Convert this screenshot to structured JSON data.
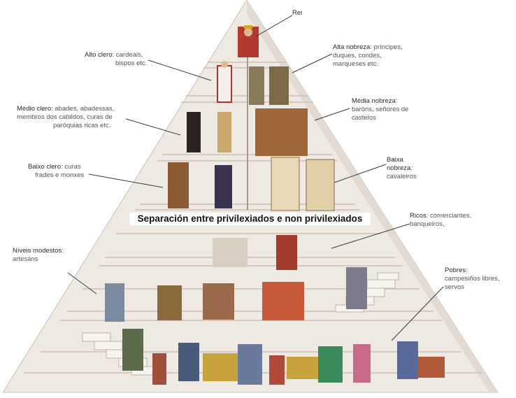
{
  "banner": "Separación entre privilexiados e non privilexiados",
  "labels": {
    "rei": {
      "title": "Rei",
      "desc": ""
    },
    "alto_clero": {
      "title": "Alto clero",
      "desc_l1": ": cardeais,",
      "desc_l2": "bispos etc."
    },
    "alta_nobreza": {
      "title": "Alta nobreza",
      "desc_l1": ": príncipes,",
      "desc_l2": "duques, condes,",
      "desc_l3": "marqueses etc."
    },
    "medio_clero": {
      "title": "Médio clero",
      "desc_l1": ": abades, abadessas,",
      "desc_l2": "membros dos cabildos, curas de",
      "desc_l3": "paróquias ricas etc."
    },
    "media_nobreza": {
      "title": "Média nobreza",
      "desc_l1": ":",
      "desc_l2": "baróns, señores de",
      "desc_l3": "castelos"
    },
    "baixo_clero": {
      "title": "Baixo clero",
      "desc_l1": ": curas",
      "desc_l2": "frades e  monxes"
    },
    "baixa_nobreza": {
      "title": "Baixa",
      "desc_l1": "nobreza",
      "desc_l1b": ":",
      "desc_l2": "cavaleiros"
    },
    "ricos": {
      "title": "Ricos",
      "desc_l1": ": comerciantes,",
      "desc_l2": "banqueiros,"
    },
    "niveis_modestos": {
      "title": "Níveis modestos",
      "desc_l1": ":",
      "desc_l2": "artesáns"
    },
    "pobres": {
      "title": "Pobres",
      "desc_l1": ":",
      "desc_l2": "campesiños libres,",
      "desc_l3": "servos"
    }
  },
  "colors": {
    "pyramid_fill": "#efe9e4",
    "pyramid_shade": "#e2d9d2",
    "step_line": "#c9bdb4",
    "divider": "#a89888",
    "leader": "#3a3a3a"
  }
}
